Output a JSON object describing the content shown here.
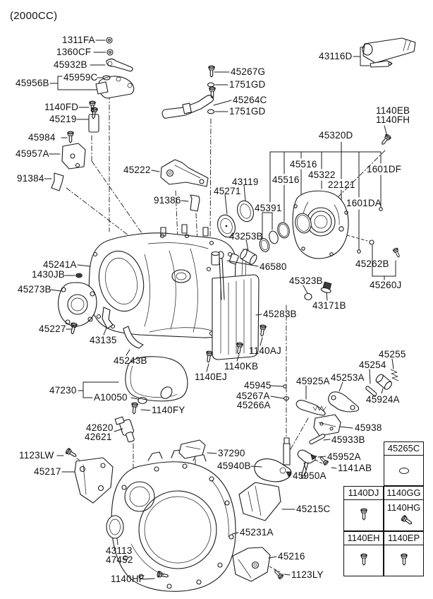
{
  "title": "(2000CC)",
  "colors": {
    "line": "#1a1a1a",
    "background": "#ffffff"
  },
  "parts": {
    "p1311FA": "1311FA",
    "p1360CF": "1360CF",
    "p45932B": "45932B",
    "p45959C": "45959C",
    "p45956B": "45956B",
    "p1140FD": "1140FD",
    "p45219": "45219",
    "p45984": "45984",
    "p45957A": "45957A",
    "p91384": "91384",
    "p45222": "45222",
    "p91386": "91386",
    "p45267G": "45267G",
    "p1751GD_a": "1751GD",
    "p45264C": "45264C",
    "p1751GD_b": "1751GD",
    "p43116D": "43116D",
    "p1140EB": "1140EB",
    "p1140FH": "1140FH",
    "p45320D": "45320D",
    "p45516_a": "45516",
    "p45516_b": "45516",
    "p45322": "45322",
    "p22121": "22121",
    "p1601DF": "1601DF",
    "p1601DA": "1601DA",
    "p43119": "43119",
    "p45271": "45271",
    "p45391": "45391",
    "p43253B": "43253B",
    "p46580": "46580",
    "p45323B": "45323B",
    "p43171B": "43171B",
    "p45262B": "45262B",
    "p45260J": "45260J",
    "p45241A": "45241A",
    "p1430JB": "1430JB",
    "p45273B": "45273B",
    "p45227": "45227",
    "p43135": "43135",
    "p45243B": "45243B",
    "p47230": "47230",
    "pA10050": "A10050",
    "p1140FY": "1140FY",
    "p42620": "42620",
    "p42621": "42621",
    "p1123LW": "1123LW",
    "p45217": "45217",
    "p45283B": "45283B",
    "p1140AJ": "1140AJ",
    "p1140KB": "1140KB",
    "p1140EJ": "1140EJ",
    "p45945": "45945",
    "p45267A": "45267A",
    "p45266A": "45266A",
    "p45925A": "45925A",
    "p45253A": "45253A",
    "p45254": "45254",
    "p45255": "45255",
    "p45924A": "45924A",
    "p45938": "45938",
    "p45933B": "45933B",
    "p45952A": "45952A",
    "p1141AB": "1141AB",
    "p45950A": "45950A",
    "p37290": "37290",
    "p45940B": "45940B",
    "p45215C": "45215C",
    "p45231A": "45231A",
    "p45216": "45216",
    "p1123LY": "1123LY",
    "p43113": "43113",
    "p47452": "47452",
    "p1140HF": "1140HF"
  },
  "table": {
    "c45265C": "45265C",
    "c1140DJ": "1140DJ",
    "c1140GG": "1140GG",
    "c1140HG": "1140HG",
    "c1140EH": "1140EH",
    "c1140EP": "1140EP"
  }
}
